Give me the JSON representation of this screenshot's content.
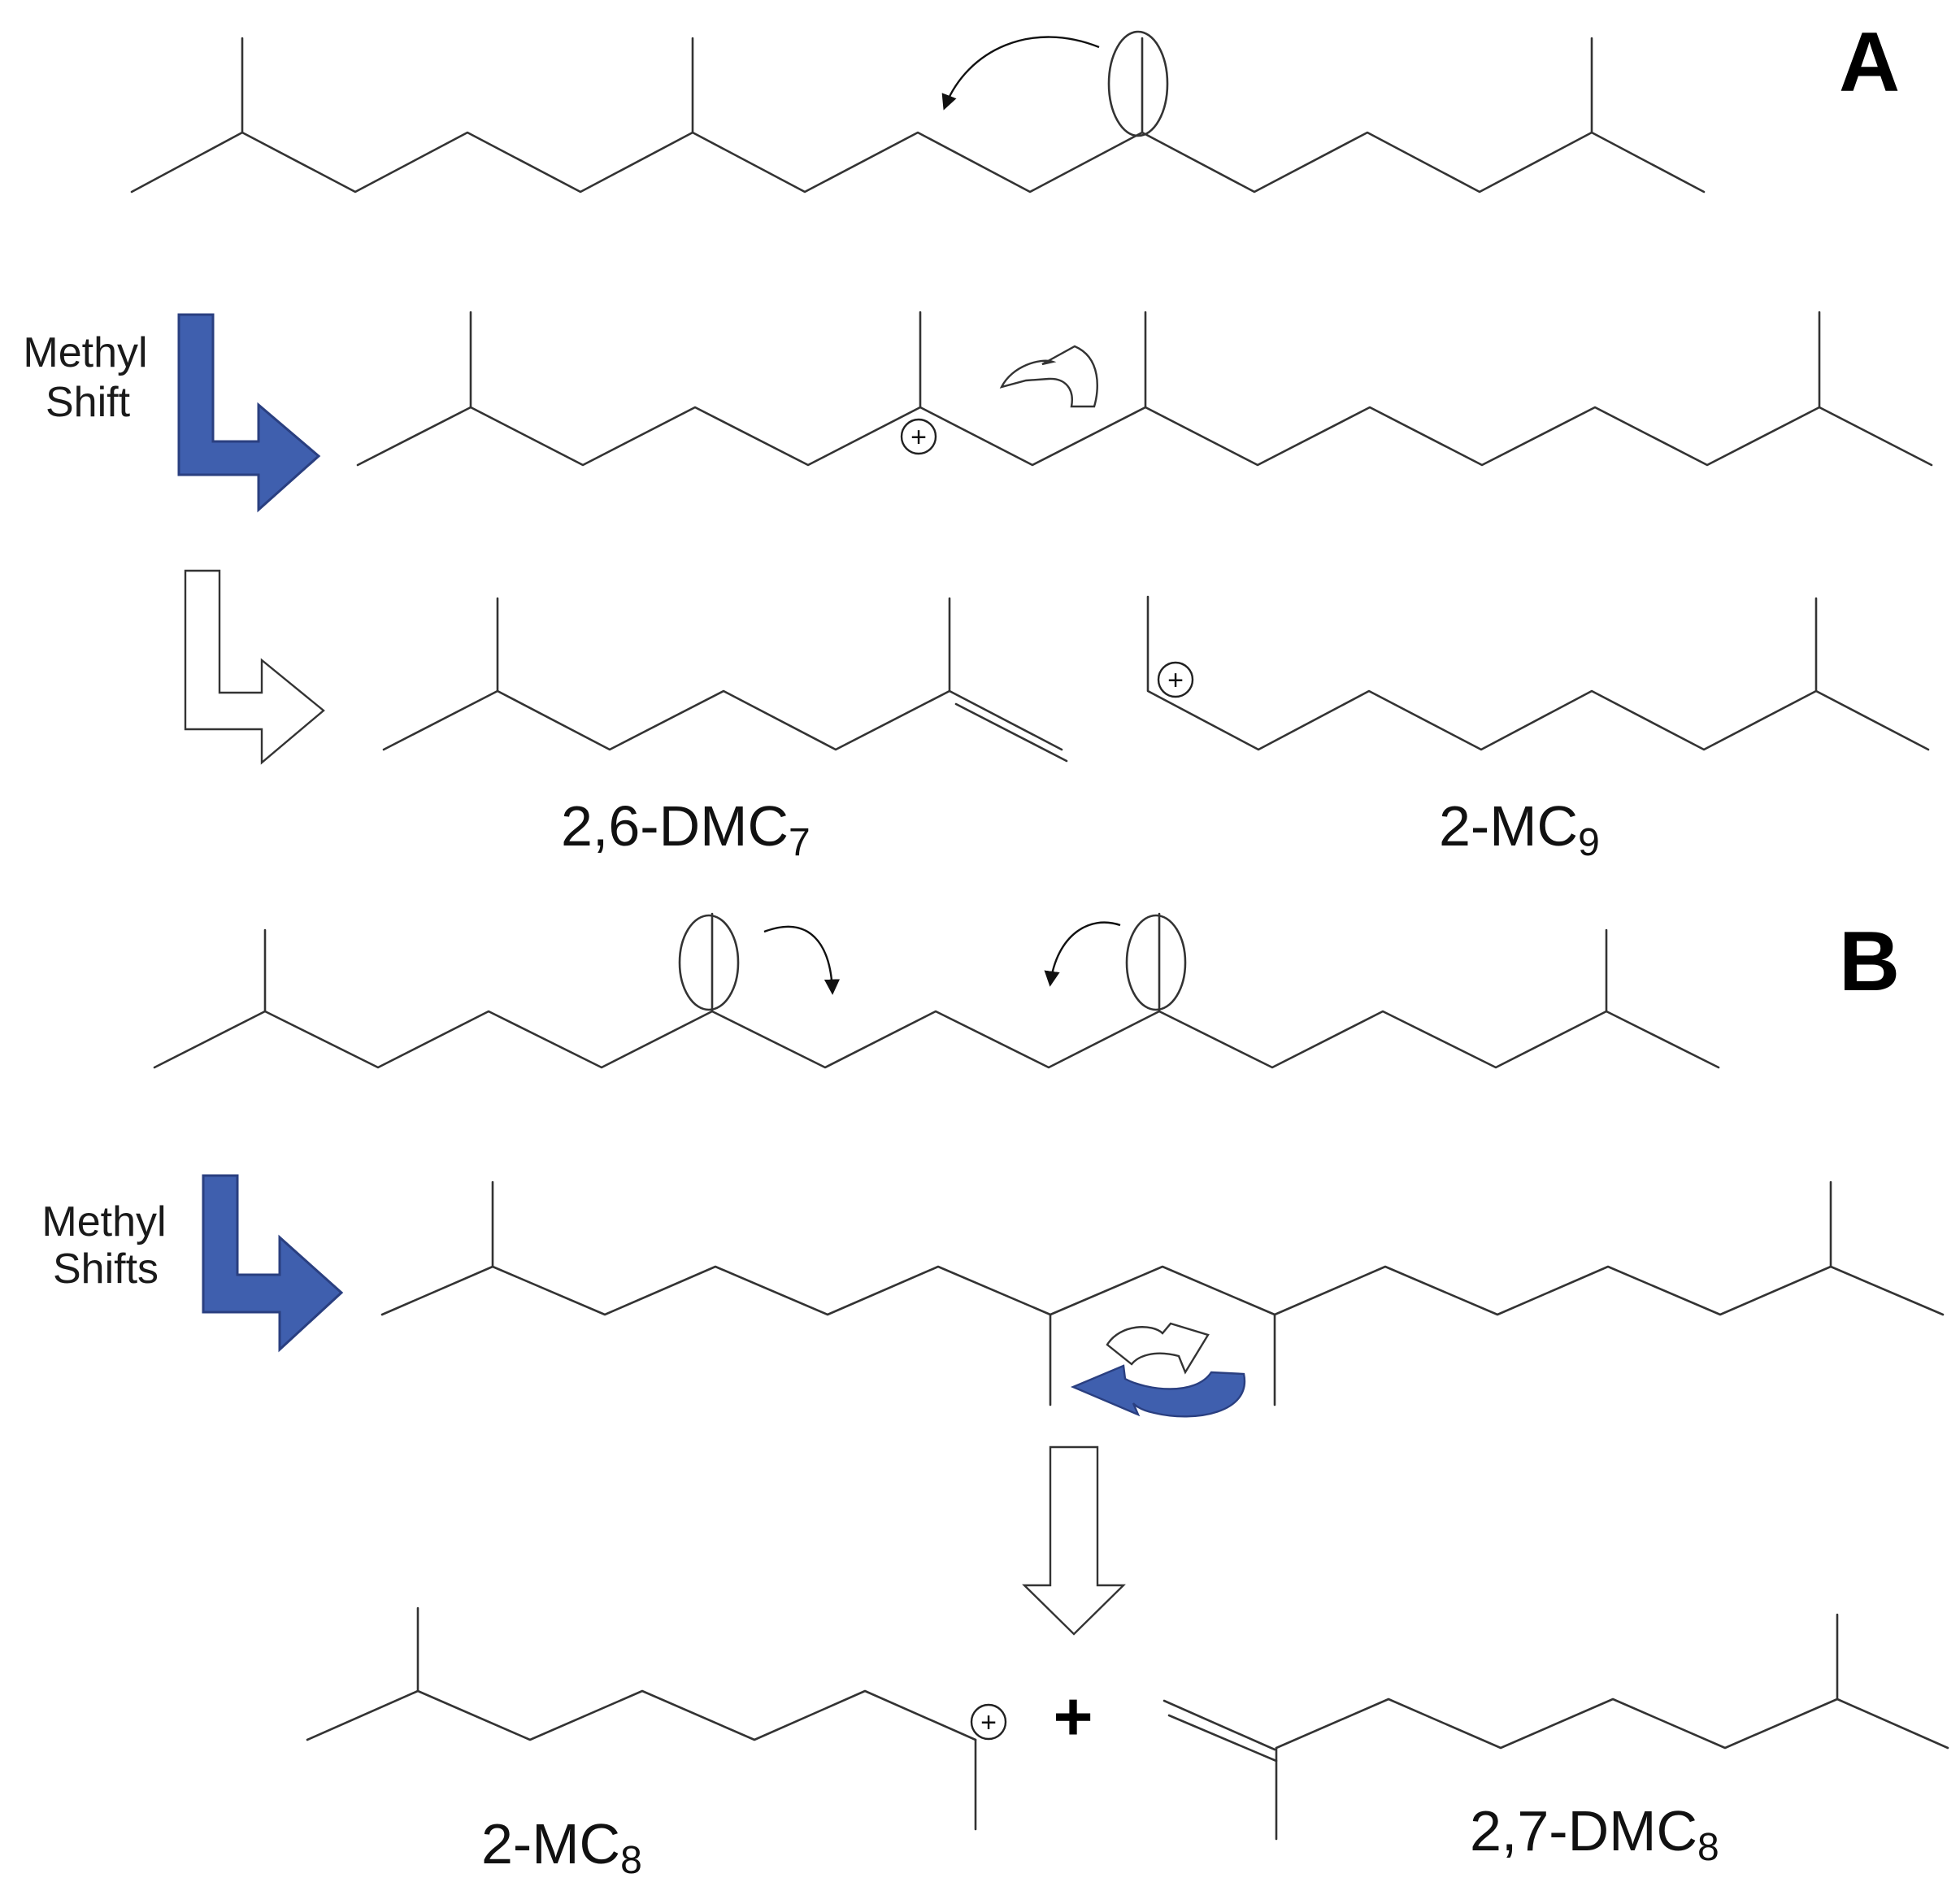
{
  "panels": [
    {
      "id": "A",
      "letter": "A",
      "step_label_lines": [
        "Methyl",
        "Shift"
      ],
      "products": [
        {
          "base": "2,6-DMC",
          "sub": "7"
        },
        {
          "base": "2-MC",
          "sub": "9"
        }
      ]
    },
    {
      "id": "B",
      "letter": "B",
      "step_label_lines": [
        "Methyl",
        "Shifts"
      ],
      "products": [
        {
          "base": "2-MC",
          "sub": "8"
        },
        {
          "base": "2,7-DMC",
          "sub": "8"
        }
      ]
    }
  ],
  "plus_symbol": "+",
  "charge_symbol": "+",
  "colors": {
    "arrow_fill": "#3f5fae",
    "arrow_outline": "#2a3f80",
    "bond": "#333333",
    "background": "#ffffff"
  }
}
